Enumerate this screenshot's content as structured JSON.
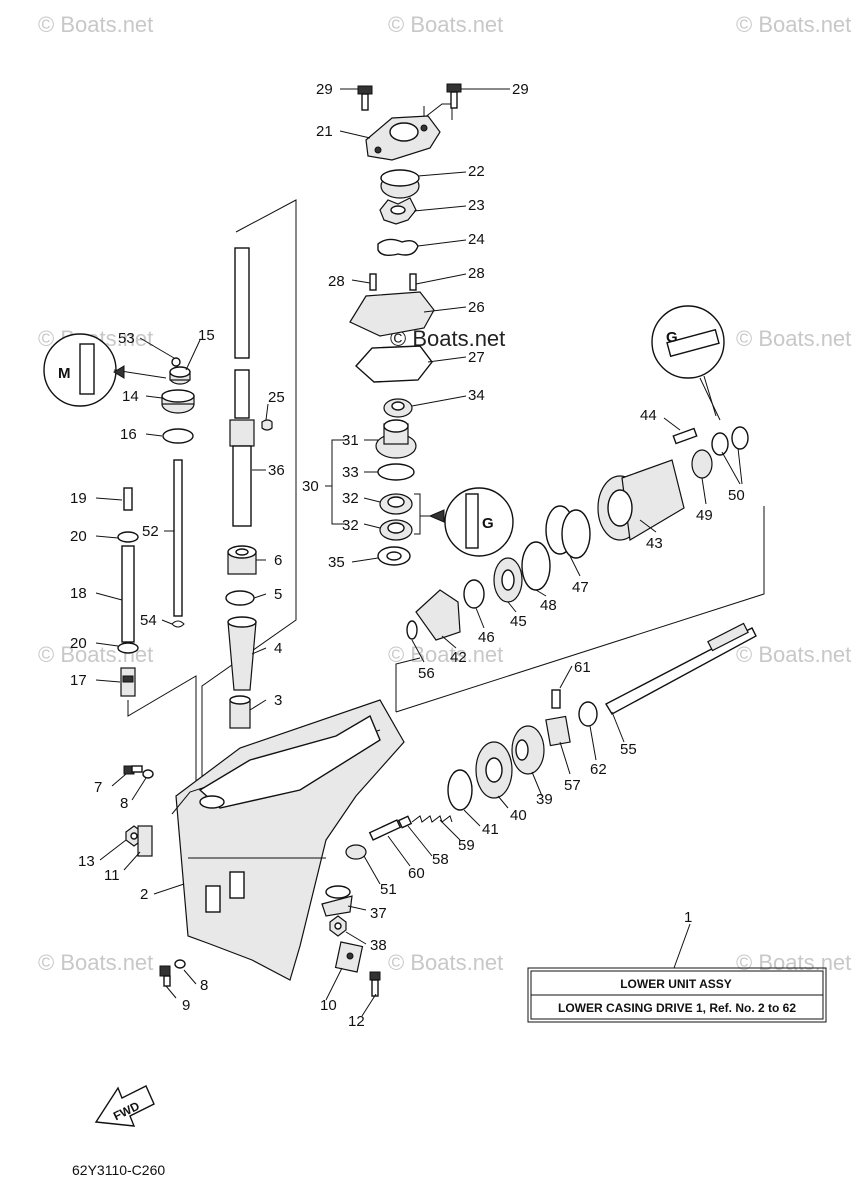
{
  "watermark": "© Boats.net",
  "diagram_code": "62Y3110-C260",
  "fwd_label": "FWD",
  "legend": {
    "number": "1",
    "title": "LOWER  UNIT ASSY",
    "subtitle": "LOWER CASING DRIVE 1,    Ref. No. 2 to 62"
  },
  "callouts": [
    "29",
    "29",
    "21",
    "22",
    "23",
    "24",
    "28",
    "28",
    "26",
    "27",
    "34",
    "31",
    "33",
    "30",
    "32",
    "32",
    "35",
    "53",
    "15",
    "14",
    "16",
    "19",
    "20",
    "52",
    "18",
    "54",
    "20",
    "17",
    "25",
    "36",
    "6",
    "5",
    "4",
    "3",
    "44",
    "50",
    "49",
    "43",
    "47",
    "48",
    "45",
    "46",
    "42",
    "56",
    "61",
    "55",
    "62",
    "57",
    "39",
    "40",
    "41",
    "59",
    "58",
    "60",
    "51",
    "37",
    "38",
    "7",
    "8",
    "13",
    "11",
    "2",
    "8",
    "9",
    "10",
    "12"
  ]
}
